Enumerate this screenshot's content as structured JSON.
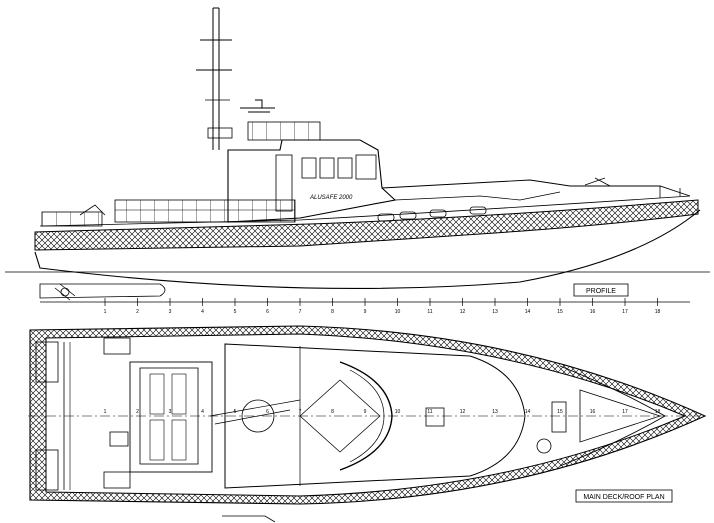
{
  "drawing": {
    "vessel_name": "ALUSAFE 2000",
    "profile_label": "PROFILE",
    "plan_label": "MAIN DECK/ROOF PLAN",
    "frame_numbers": [
      "1",
      "2",
      "3",
      "4",
      "5",
      "6",
      "7",
      "8",
      "9",
      "10",
      "11",
      "12",
      "13",
      "14",
      "15",
      "16",
      "17",
      "18"
    ]
  }
}
